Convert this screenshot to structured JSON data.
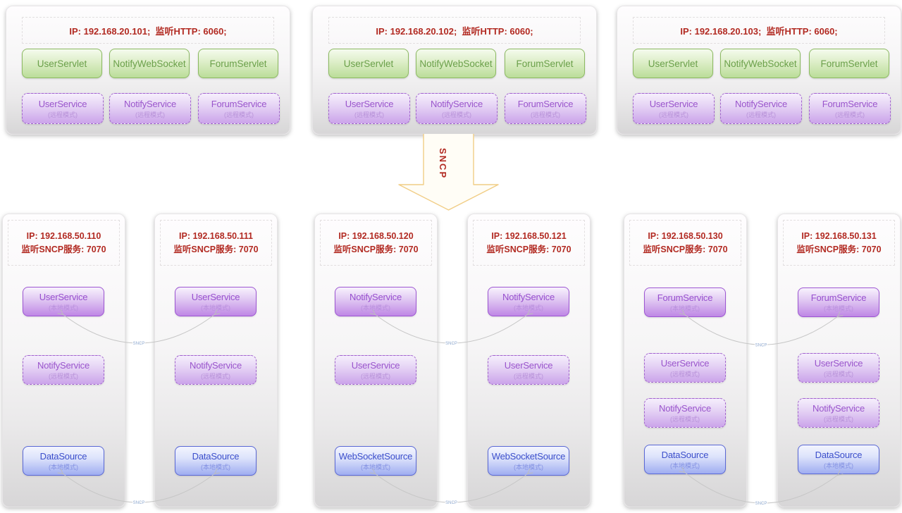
{
  "colors": {
    "red_text": "#b22a22",
    "green_accent": "#6ba04a",
    "purple_accent": "#9a55cc",
    "blue_accent": "#3c4fcb",
    "arrow_outline": "#f1cd85",
    "connector_line": "#c6c6c6",
    "connector_label": "#8fa9cf"
  },
  "arrow": {
    "label": "SNCP"
  },
  "top_nodes": [
    {
      "header": "IP: 192.168.20.101;  监听HTTP: 6060;",
      "servlets": [
        "UserServlet",
        "NotifyWebSocket",
        "ForumServlet"
      ],
      "services": [
        {
          "name": "UserService",
          "mode": "(远程模式)"
        },
        {
          "name": "NotifyService",
          "mode": "(远程模式)"
        },
        {
          "name": "ForumService",
          "mode": "(远程模式)"
        }
      ]
    },
    {
      "header": "IP: 192.168.20.102;  监听HTTP: 6060;",
      "servlets": [
        "UserServlet",
        "NotifyWebSocket",
        "ForumServlet"
      ],
      "services": [
        {
          "name": "UserService",
          "mode": "(远程模式)"
        },
        {
          "name": "NotifyService",
          "mode": "(远程模式)"
        },
        {
          "name": "ForumService",
          "mode": "(远程模式)"
        }
      ]
    },
    {
      "header": "IP: 192.168.20.103;  监听HTTP: 6060;",
      "servlets": [
        "UserServlet",
        "NotifyWebSocket",
        "ForumServlet"
      ],
      "services": [
        {
          "name": "UserService",
          "mode": "(远程模式)"
        },
        {
          "name": "NotifyService",
          "mode": "(远程模式)"
        },
        {
          "name": "ForumService",
          "mode": "(远程模式)"
        }
      ]
    }
  ],
  "bottom_nodes": [
    {
      "header_line1": "IP: 192.168.50.110",
      "header_line2": "监听SNCP服务: 7070",
      "services": [
        {
          "name": "UserService",
          "mode": "(本地模式)",
          "variant": "purple-solid"
        },
        {
          "name": "NotifyService",
          "mode": "(远程模式)",
          "variant": "purple-dashed"
        },
        {
          "name": "DataSource",
          "mode": "(本地模式)",
          "variant": "blue-solid"
        }
      ]
    },
    {
      "header_line1": "IP: 192.168.50.111",
      "header_line2": "监听SNCP服务: 7070",
      "services": [
        {
          "name": "UserService",
          "mode": "(本地模式)",
          "variant": "purple-solid"
        },
        {
          "name": "NotifyService",
          "mode": "(远程模式)",
          "variant": "purple-dashed"
        },
        {
          "name": "DataSource",
          "mode": "(本地模式)",
          "variant": "blue-solid"
        }
      ]
    },
    {
      "header_line1": "IP: 192.168.50.120",
      "header_line2": "监听SNCP服务: 7070",
      "services": [
        {
          "name": "NotifyService",
          "mode": "(本地模式)",
          "variant": "purple-solid"
        },
        {
          "name": "UserService",
          "mode": "(远程模式)",
          "variant": "purple-dashed"
        },
        {
          "name": "WebSocketSource",
          "mode": "(本地模式)",
          "variant": "blue-solid"
        }
      ]
    },
    {
      "header_line1": "IP: 192.168.50.121",
      "header_line2": "监听SNCP服务: 7070",
      "services": [
        {
          "name": "NotifyService",
          "mode": "(本地模式)",
          "variant": "purple-solid"
        },
        {
          "name": "UserService",
          "mode": "(远程模式)",
          "variant": "purple-dashed"
        },
        {
          "name": "WebSocketSource",
          "mode": "(本地模式)",
          "variant": "blue-solid"
        }
      ]
    },
    {
      "header_line1": "IP: 192.168.50.130",
      "header_line2": "监听SNCP服务: 7070",
      "services": [
        {
          "name": "ForumService",
          "mode": "(本地模式)",
          "variant": "purple-solid"
        },
        {
          "name": "UserService",
          "mode": "(远程模式)",
          "variant": "purple-dashed"
        },
        {
          "name": "NotifyService",
          "mode": "(远程模式)",
          "variant": "purple-dashed"
        },
        {
          "name": "DataSource",
          "mode": "(本地模式)",
          "variant": "blue-solid"
        }
      ]
    },
    {
      "header_line1": "IP: 192.168.50.131",
      "header_line2": "监听SNCP服务: 7070",
      "services": [
        {
          "name": "ForumService",
          "mode": "(本地模式)",
          "variant": "purple-solid"
        },
        {
          "name": "UserService",
          "mode": "(远程模式)",
          "variant": "purple-dashed"
        },
        {
          "name": "NotifyService",
          "mode": "(远程模式)",
          "variant": "purple-dashed"
        },
        {
          "name": "DataSource",
          "mode": "(本地模式)",
          "variant": "blue-solid"
        }
      ]
    }
  ],
  "connectors": [
    {
      "label": "SNCP"
    },
    {
      "label": "SNCP"
    },
    {
      "label": "SNCP"
    },
    {
      "label": "SNCP"
    },
    {
      "label": "SNCP"
    },
    {
      "label": "SNCP"
    }
  ]
}
